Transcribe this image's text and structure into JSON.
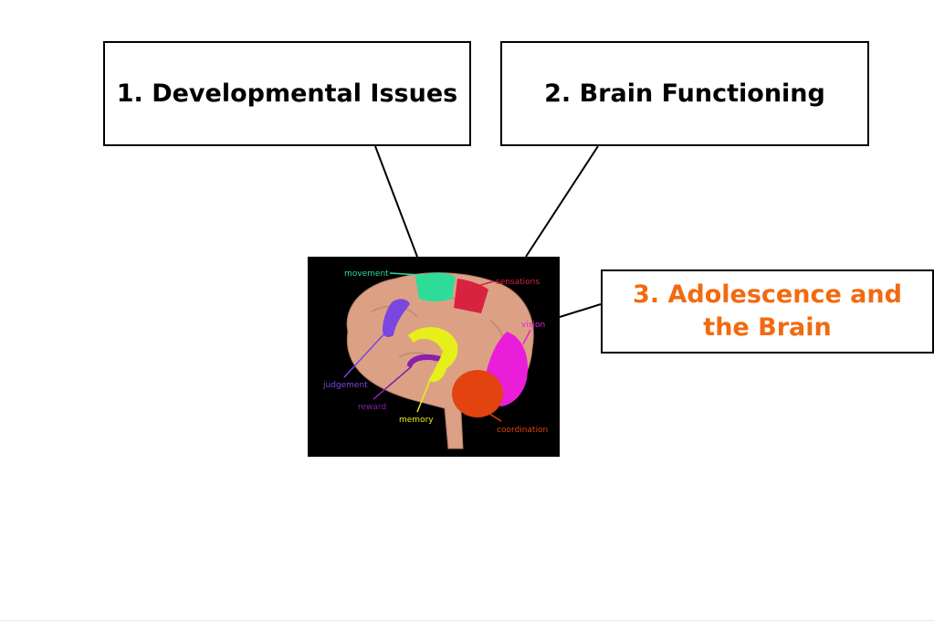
{
  "boxes": {
    "developmental": {
      "label": "1. Developmental Issues",
      "color": "#000000"
    },
    "brain_functioning": {
      "label": "2. Brain Functioning",
      "color": "#000000"
    },
    "adolescence": {
      "label": "3. Adolescence and the Brain",
      "color": "#f26a10"
    }
  },
  "brain_figure": {
    "regions": {
      "movement": {
        "label": "movement",
        "color": "#2edc9a"
      },
      "sensations": {
        "label": "sensations",
        "color": "#d7233f"
      },
      "vision": {
        "label": "vision",
        "color": "#ea1ed9"
      },
      "judgement": {
        "label": "judgement",
        "color": "#7a46e0"
      },
      "reward": {
        "label": "reward",
        "color": "#8a1fb0"
      },
      "memory": {
        "label": "memory",
        "color": "#e6ef1a"
      },
      "coordination": {
        "label": "coordination",
        "color": "#e2430f"
      }
    }
  }
}
